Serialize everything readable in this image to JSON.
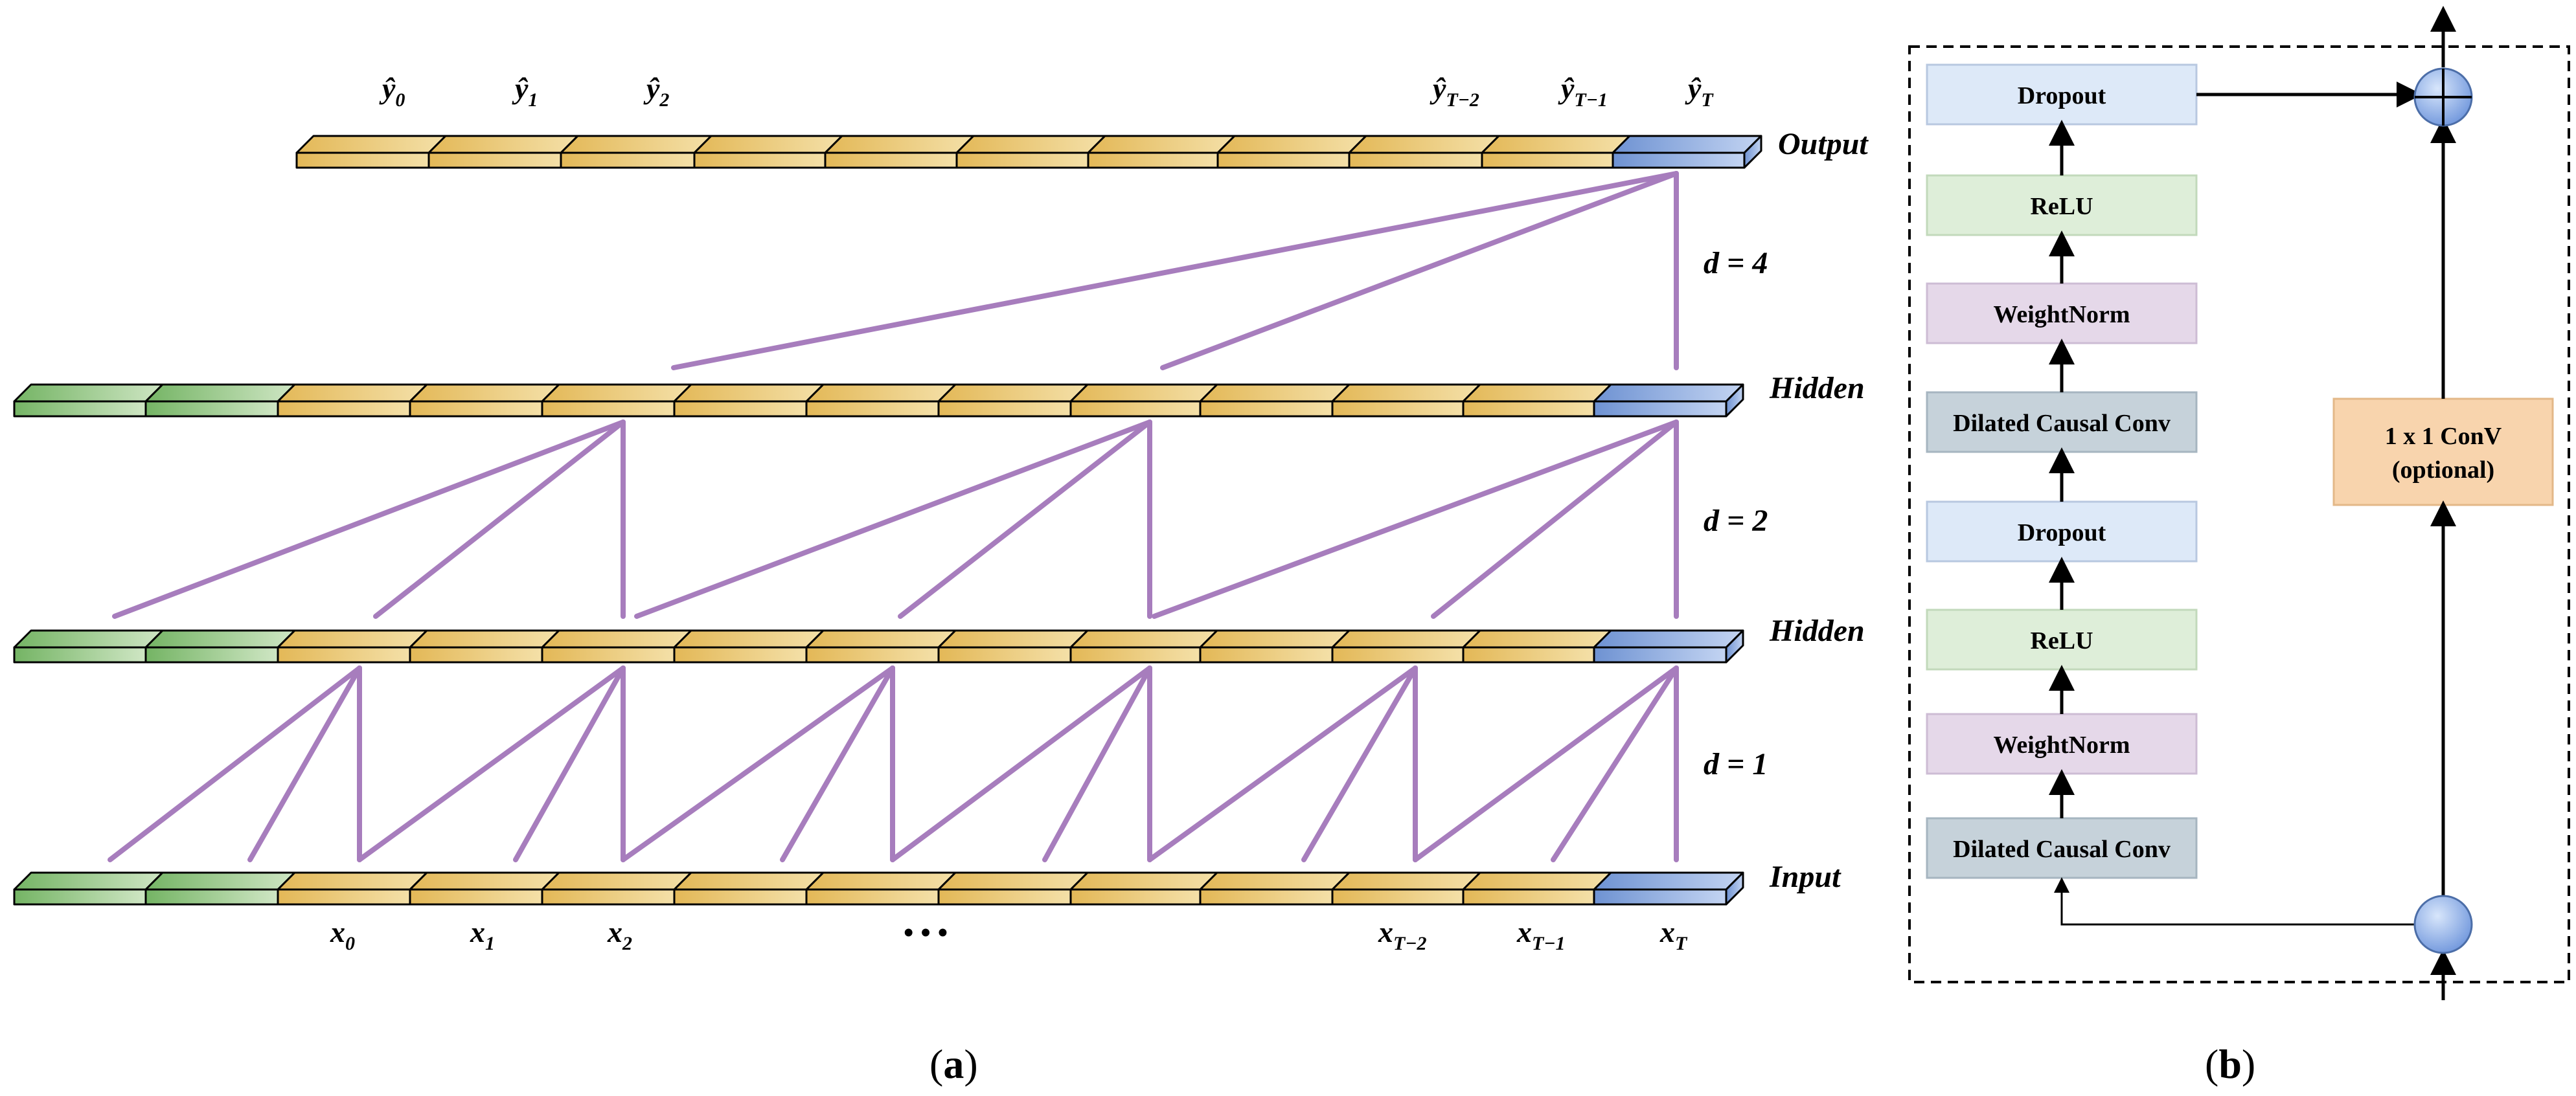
{
  "panel_a": {
    "layer_labels": {
      "output": "Output",
      "hidden_top": "Hidden",
      "hidden_bottom": "Hidden",
      "input": "Input"
    },
    "dilation_labels": [
      "d = 4",
      "d = 2",
      "d = 1"
    ],
    "output_labels": [
      {
        "base": "ŷ",
        "sub": "0"
      },
      {
        "base": "ŷ",
        "sub": "1"
      },
      {
        "base": "ŷ",
        "sub": "2"
      },
      {
        "base": "ŷ",
        "sub": "T−2"
      },
      {
        "base": "ŷ",
        "sub": "T−1"
      },
      {
        "base": "ŷ",
        "sub": "T"
      }
    ],
    "input_labels": [
      {
        "base": "x",
        "sub": "0"
      },
      {
        "base": "x",
        "sub": "1"
      },
      {
        "base": "x",
        "sub": "2"
      },
      {
        "base": "x",
        "sub": "T−2"
      },
      {
        "base": "x",
        "sub": "T−1"
      },
      {
        "base": "x",
        "sub": "T"
      }
    ],
    "ellipsis": "• • •",
    "caption": {
      "open": "(",
      "letter": "a",
      "close": ")"
    }
  },
  "panel_b": {
    "blocks": [
      "Dropout",
      "ReLU",
      "WeightNorm",
      "Dilated Causal Conv",
      "Dropout",
      "ReLU",
      "WeightNorm",
      "Dilated Causal Conv"
    ],
    "conv_box": [
      "1 x 1 ConV",
      "(optional)"
    ],
    "caption": {
      "open": "(",
      "letter": "b",
      "close": ")"
    }
  },
  "colors": {
    "cell_green": "#8dc27a",
    "cell_yellow": "#e8c46a",
    "cell_blue": "#7f9fd8",
    "connection": "#a77dbd",
    "dropout": "#dde9f8",
    "relu": "#deeed9",
    "weightnorm": "#e5d8e9",
    "dilated": "#c6d2da",
    "conv": "#f8d4ad",
    "circle": "#8aaee8"
  }
}
